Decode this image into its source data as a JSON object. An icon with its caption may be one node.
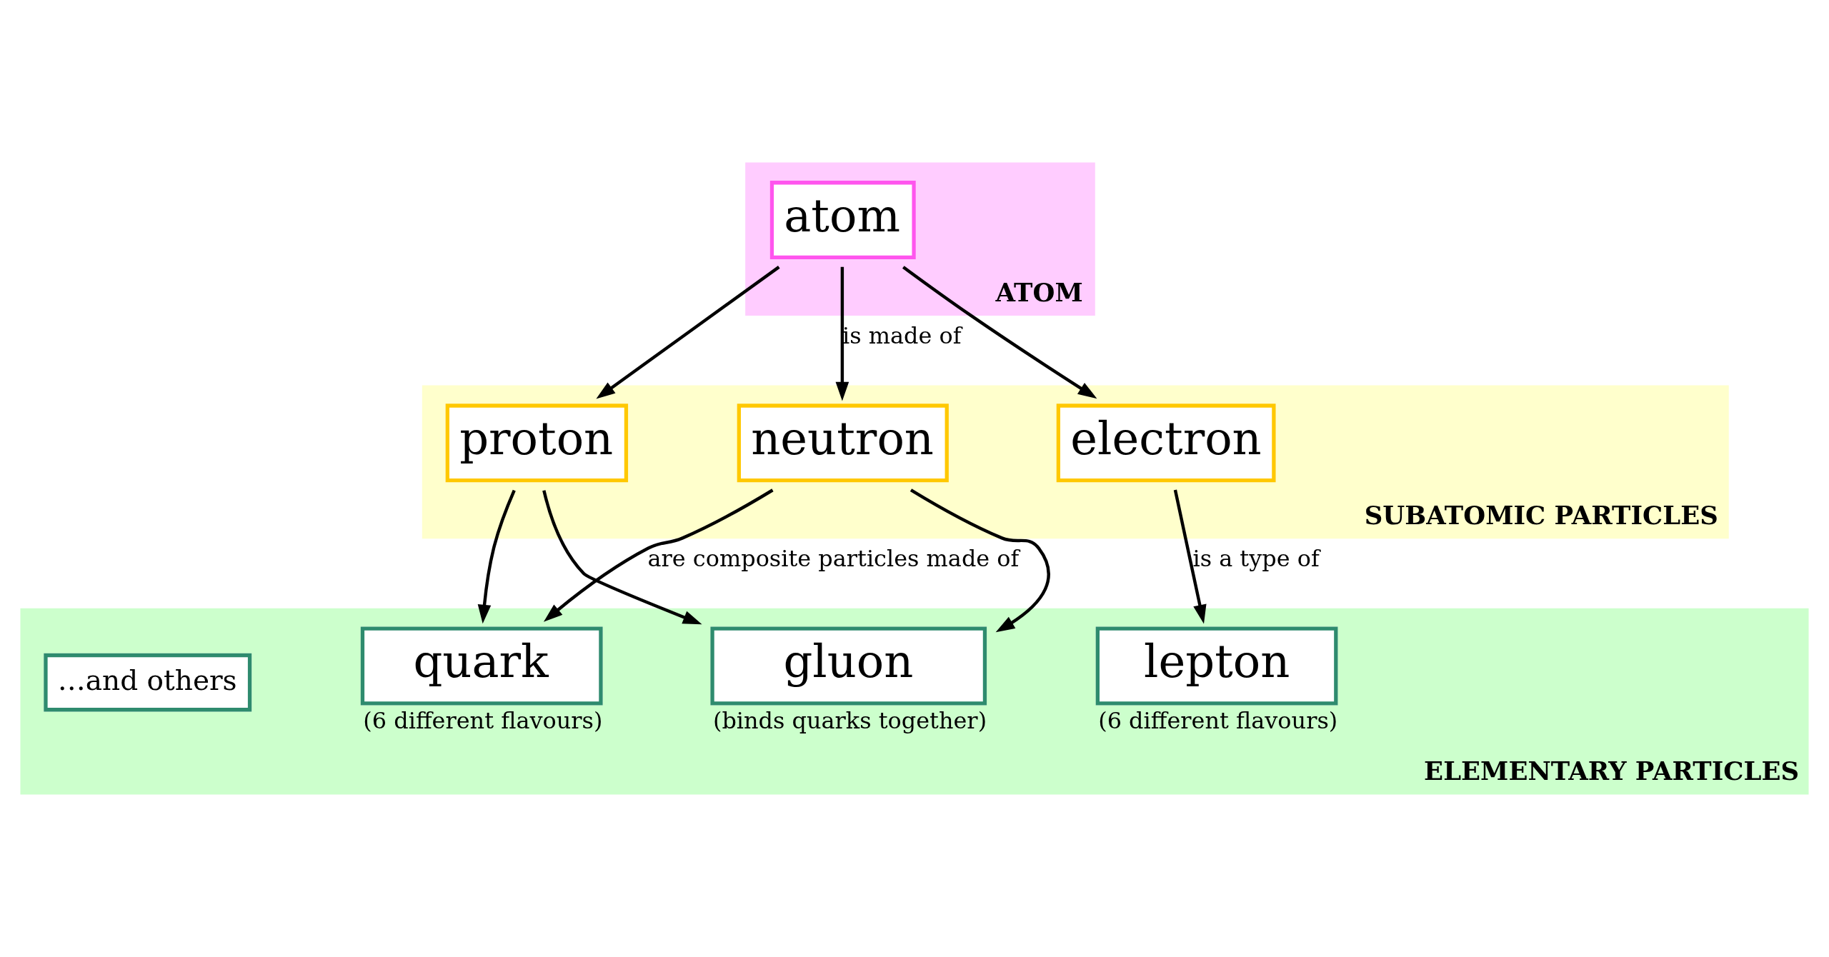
{
  "diagram": {
    "nodes": [
      {
        "text": [
          "ATOM"
        ]
      },
      {
        "text": [
          "atom"
        ],
        "in": 0
      },
      {
        "text": [
          "SUBATOMIC PARTICLES"
        ]
      },
      {
        "text": [
          "proton"
        ],
        "in": 2
      },
      {
        "text": [
          "neutron"
        ],
        "in": 2
      },
      {
        "text": [
          "electron"
        ],
        "in": 2
      },
      {
        "text": [
          "ELEMENTARY PARTICLES"
        ]
      },
      {
        "text": [
          "quark"
        ],
        "in": 6,
        "beside": [
          "(6 different flavours)"
        ]
      },
      {
        "text": [
          "gluon"
        ],
        "in": 6,
        "beside": [
          "(binds quarks together)"
        ]
      },
      {
        "text": [
          "lepton"
        ],
        "in": 6,
        "beside": [
          "(6 different flavours)"
        ]
      },
      {
        "text": [
          "…and others"
        ],
        "in": 6
      }
    ],
    "edges": [
      {
        "from": 1,
        "to": 3,
        "arrow": "to"
      },
      {
        "from": 1,
        "to": 4,
        "arrow": "to",
        "label": "is made of"
      },
      {
        "from": 1,
        "to": 5,
        "arrow": "to"
      },
      {
        "from": 3,
        "to": 7,
        "arrow": "to"
      },
      {
        "from": 3,
        "to": 8,
        "arrow": "to"
      },
      {
        "from": 4,
        "to": 7,
        "arrow": "to",
        "label": "are composite particles made of"
      },
      {
        "from": 4,
        "to": 8,
        "arrow": "to"
      },
      {
        "from": 5,
        "to": 9,
        "arrow": "to",
        "label": "is a type of"
      }
    ]
  }
}
